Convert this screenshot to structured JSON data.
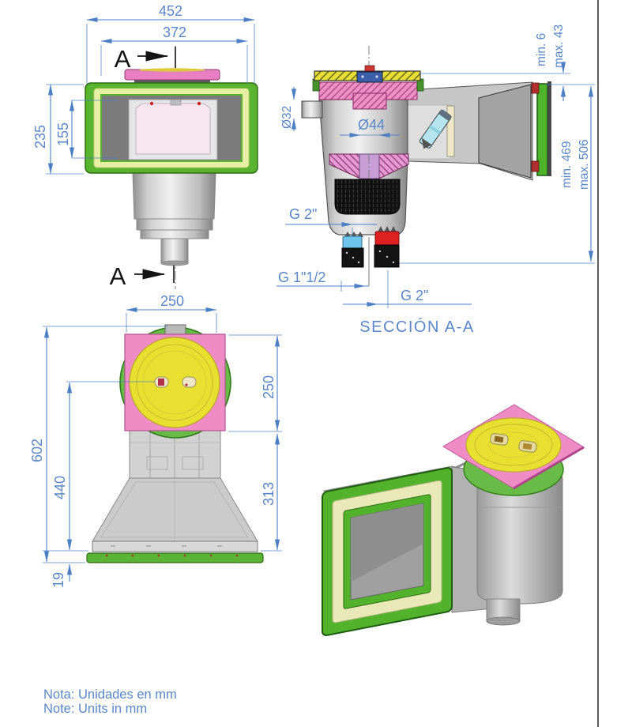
{
  "labels": {
    "section_title": "SECCIÓN A-A",
    "section_marker": "A",
    "note_line1": "Nota: Unidades en mm",
    "note_line2": "Note: Units in mm"
  },
  "front_view": {
    "dim_width_outer": "452",
    "dim_width_inner": "372",
    "dim_height_outer": "235",
    "dim_height_window": "155"
  },
  "section_view": {
    "dim_pipe_small": "Ø32",
    "dim_throat": "Ø44",
    "dim_lip_min": "min. 6",
    "dim_lip_max": "max. 43",
    "dim_body_min": "min. 469",
    "dim_body_max": "max. 506",
    "thread_side": "G 2\"",
    "thread_bottom_left": "G 1\"1/2",
    "thread_bottom_right": "G 2\""
  },
  "plan_view": {
    "dim_lid_w": "250",
    "dim_lid_h": "250",
    "dim_total": "602",
    "dim_body": "440",
    "dim_flare": "313",
    "dim_frame": "19"
  },
  "colors": {
    "dimension_blue": "#4d7fc4",
    "frame_green": "#58b32e",
    "lid_pink": "#ef8cc6",
    "lid_yellow": "#e8e031",
    "flap_cyan": "#b5e6ef",
    "plug_red": "#dd2020",
    "plug_blue": "#6ec4ea",
    "body_gray": "#c0c0c0"
  }
}
